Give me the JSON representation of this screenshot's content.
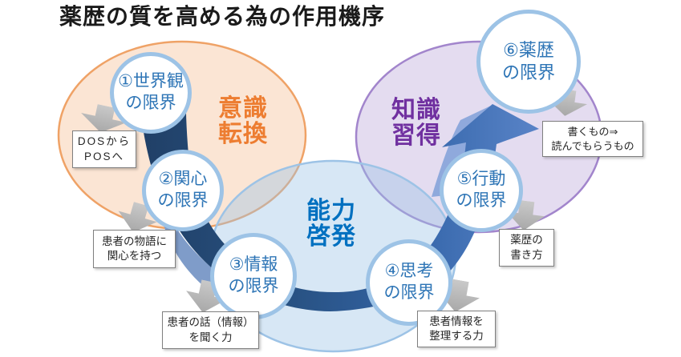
{
  "title": "薬歴の質を高める為の作用機序",
  "groups": {
    "awareness": {
      "line1": "意識",
      "line2": "転換",
      "color": "#ed7d31"
    },
    "knowledge": {
      "line1": "知識",
      "line2": "習得",
      "color": "#7030a0"
    },
    "ability": {
      "line1": "能力",
      "line2": "啓発",
      "color": "#0070c0"
    }
  },
  "circles": [
    {
      "line1": "①世界観",
      "line2": "の限界"
    },
    {
      "line1": "②関心",
      "line2": "の限界"
    },
    {
      "line1": "③情報",
      "line2": "の限界"
    },
    {
      "line1": "④思考",
      "line2": "の限界"
    },
    {
      "line1": "⑤行動",
      "line2": "の限界"
    },
    {
      "line1": "⑥薬歴",
      "line2": "の限界"
    }
  ],
  "callouts": [
    {
      "line1": "DOSから",
      "line2": "POSへ"
    },
    {
      "line1": "患者の物語に",
      "line2": "関心を持つ"
    },
    {
      "line1": "患者の話（情報）",
      "line2": "を聞く力"
    },
    {
      "line1": "患者情報を",
      "line2": "整理する力"
    },
    {
      "line1": "薬歴の",
      "line2": "書き方"
    },
    {
      "line1": "書くもの⇒",
      "line2": "読んでもらうもの"
    }
  ],
  "colors": {
    "circle_border": "#9dc3e6",
    "circle_text": "#2e75b6",
    "awareness_fill": "#fbe5d6",
    "awareness_stroke": "#efa266",
    "knowledge_fill": "#e8e1f2",
    "knowledge_stroke": "#a285cc",
    "ability_fill": "#dbe9f6",
    "ability_stroke": "#9dc3e6",
    "swoosh_dark": "#203f66",
    "swoosh_light": "#5a84c8",
    "swoosh_highlight": "#8fa9dc",
    "arrow_gray": "#b3b3b3",
    "callout_border": "#7f7f7f"
  }
}
